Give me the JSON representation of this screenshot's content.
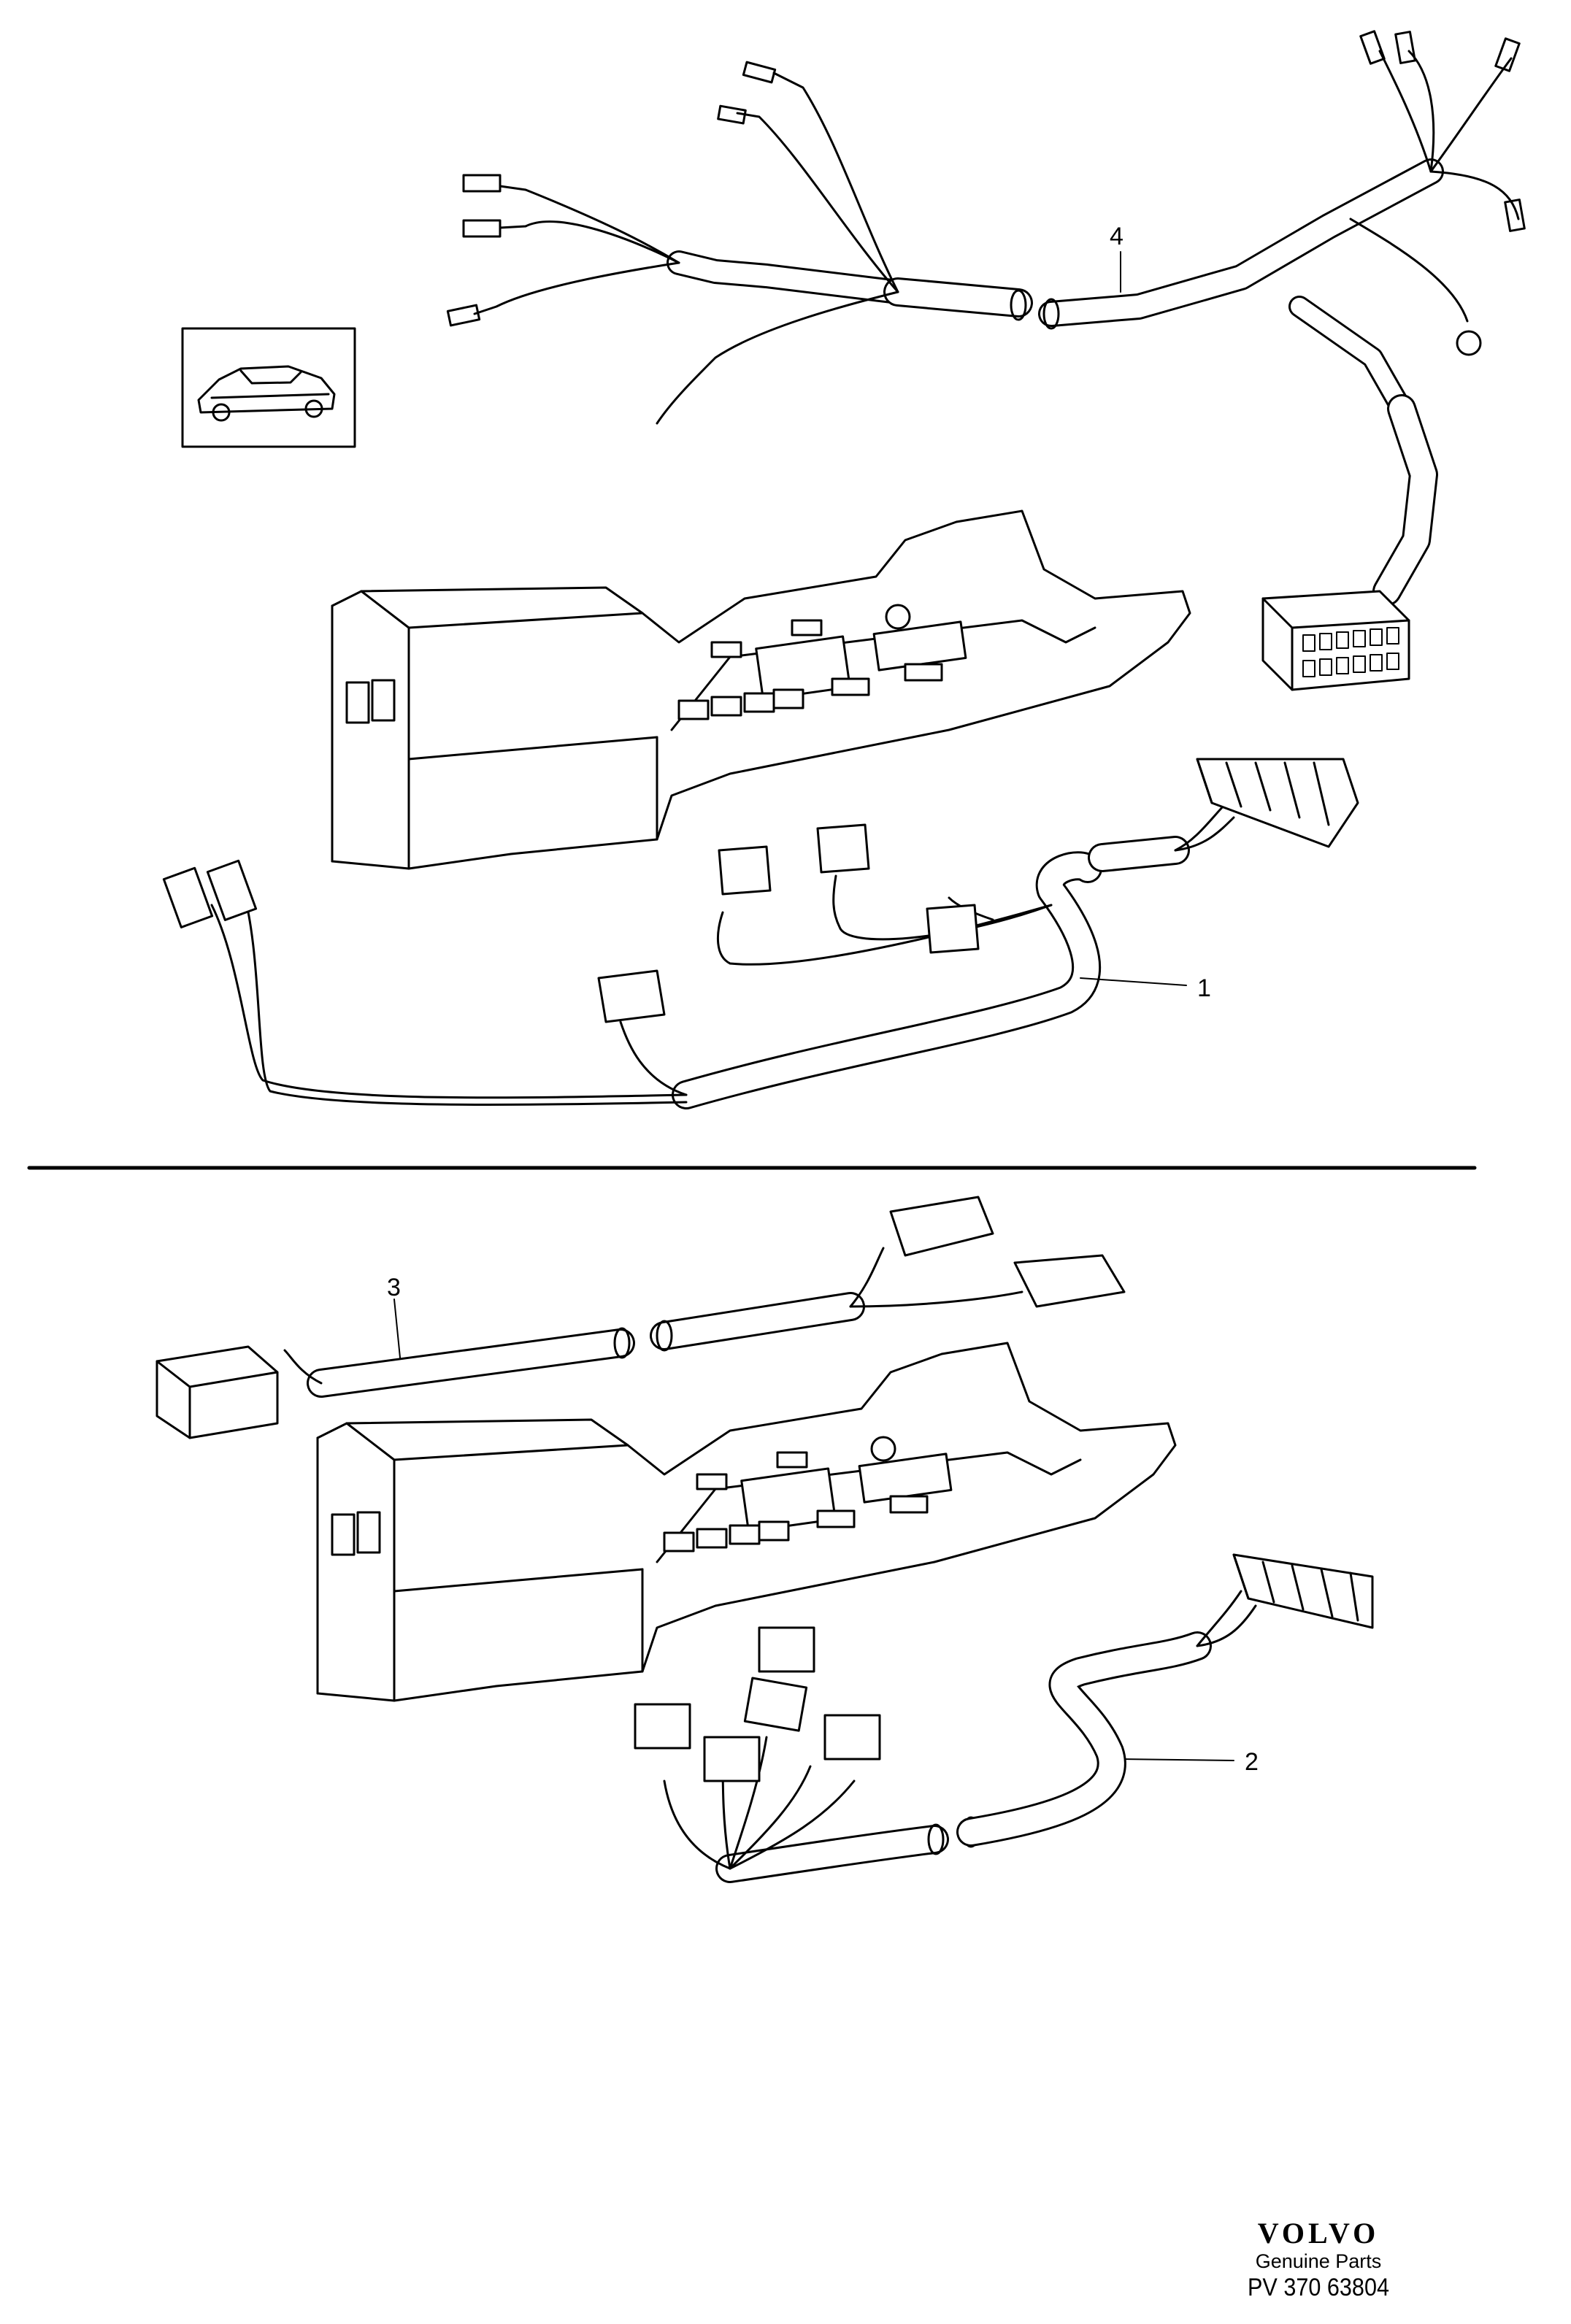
{
  "callouts": {
    "part_1": "1",
    "part_2": "2",
    "part_3": "3",
    "part_4": "4"
  },
  "footer": {
    "brand": "VOLVO",
    "tagline": "Genuine Parts",
    "reference": "PV 370 63804"
  },
  "colors": {
    "ink": "#000000",
    "paper": "#ffffff"
  }
}
